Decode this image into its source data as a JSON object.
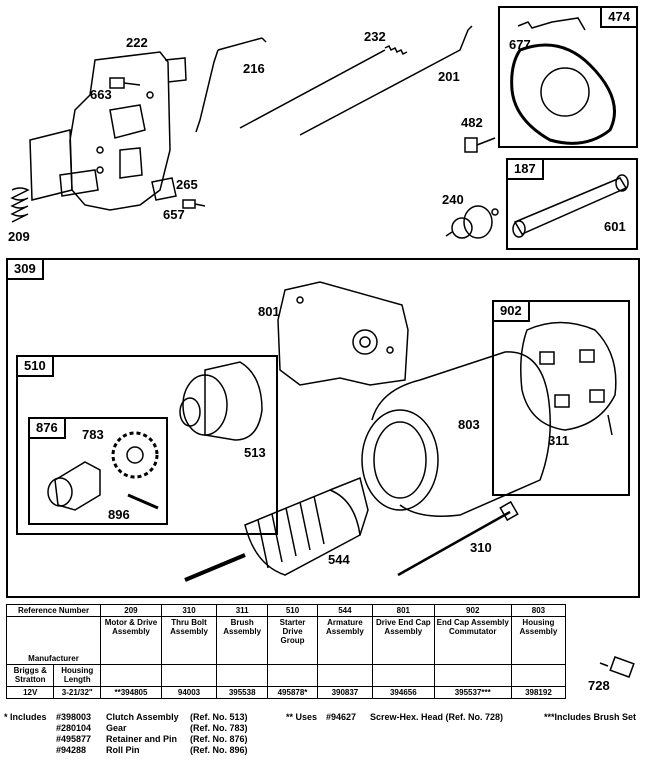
{
  "callouts": {
    "c222": "222",
    "c663": "663",
    "c216": "216",
    "c232": "232",
    "c201": "201",
    "c474": "474",
    "c677": "677",
    "c482": "482",
    "c265": "265",
    "c657": "657",
    "c209": "209",
    "c240": "240",
    "c187": "187",
    "c601": "601",
    "c309": "309",
    "c801": "801",
    "c902": "902",
    "c510": "510",
    "c513": "513",
    "c876": "876",
    "c783": "783",
    "c896": "896",
    "c803": "803",
    "c311": "311",
    "c544": "544",
    "c310": "310",
    "c728": "728"
  },
  "table": {
    "ref_header": "Reference Number",
    "manufacturer_label": "Manufacturer",
    "columns": [
      {
        "ref": "209",
        "desc": "Motor & Drive Assembly",
        "value": "**394805"
      },
      {
        "ref": "310",
        "desc": "Thru Bolt Assembly",
        "value": "94003"
      },
      {
        "ref": "311",
        "desc": "Brush Assembly",
        "value": "395538"
      },
      {
        "ref": "510",
        "desc": "Starter Drive Group",
        "value": "495878*"
      },
      {
        "ref": "544",
        "desc": "Armature Assembly",
        "value": "390837"
      },
      {
        "ref": "801",
        "desc": "Drive End Cap Assembly",
        "value": "394656"
      },
      {
        "ref": "902",
        "desc": "End Cap Assembly Commutator",
        "value": "395537***"
      },
      {
        "ref": "803",
        "desc": "Housing Assembly",
        "value": "398192"
      }
    ],
    "maker_label": "Briggs & Stratton",
    "housing_label": "Housing Length",
    "voltage": "12V",
    "housing_length": "3-21/32\""
  },
  "notes": {
    "includes_label": "* Includes",
    "items": [
      {
        "part": "#398003",
        "desc": "Clutch Assembly",
        "ref": "(Ref. No. 513)"
      },
      {
        "part": "#280104",
        "desc": "Gear",
        "ref": "(Ref. No. 783)"
      },
      {
        "part": "#495877",
        "desc": "Retainer and Pin",
        "ref": "(Ref. No. 876)"
      },
      {
        "part": "#94288",
        "desc": "Roll Pin",
        "ref": "(Ref. No. 896)"
      }
    ],
    "uses_label": "** Uses",
    "uses_part": "#94627",
    "uses_desc": "Screw-Hex. Head (Ref. No. 728)",
    "brush_note": "***Includes Brush Set"
  }
}
